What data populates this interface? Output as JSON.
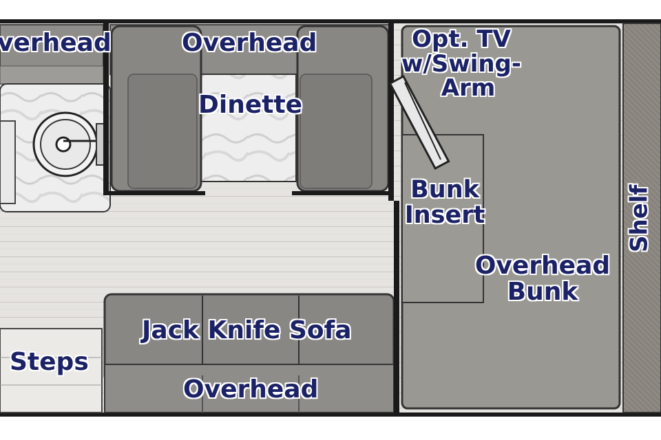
{
  "floorplan": {
    "labels": {
      "overhead_left": "verhead",
      "overhead_dinette": "Overhead",
      "dinette": "Dinette",
      "opt_tv_line1": "Opt. TV",
      "opt_tv_line2": "w/Swing-",
      "opt_tv_line3": "Arm",
      "bunk_insert_line1": "Bunk",
      "bunk_insert_line2": "Insert",
      "overhead_bunk_line1": "Overhead",
      "overhead_bunk_line2": "Bunk",
      "shelf": "Shelf",
      "jack_knife_sofa": "Jack Knife Sofa",
      "steps": "Steps",
      "overhead_bottom": "Overhead"
    },
    "colors": {
      "label_text": "#1c2266",
      "wall": "#1a1a1a",
      "cushion": "#8a8986",
      "bunk": "#9a9893",
      "floor": "#e9e7e4",
      "shelf": "#8c8780"
    }
  }
}
